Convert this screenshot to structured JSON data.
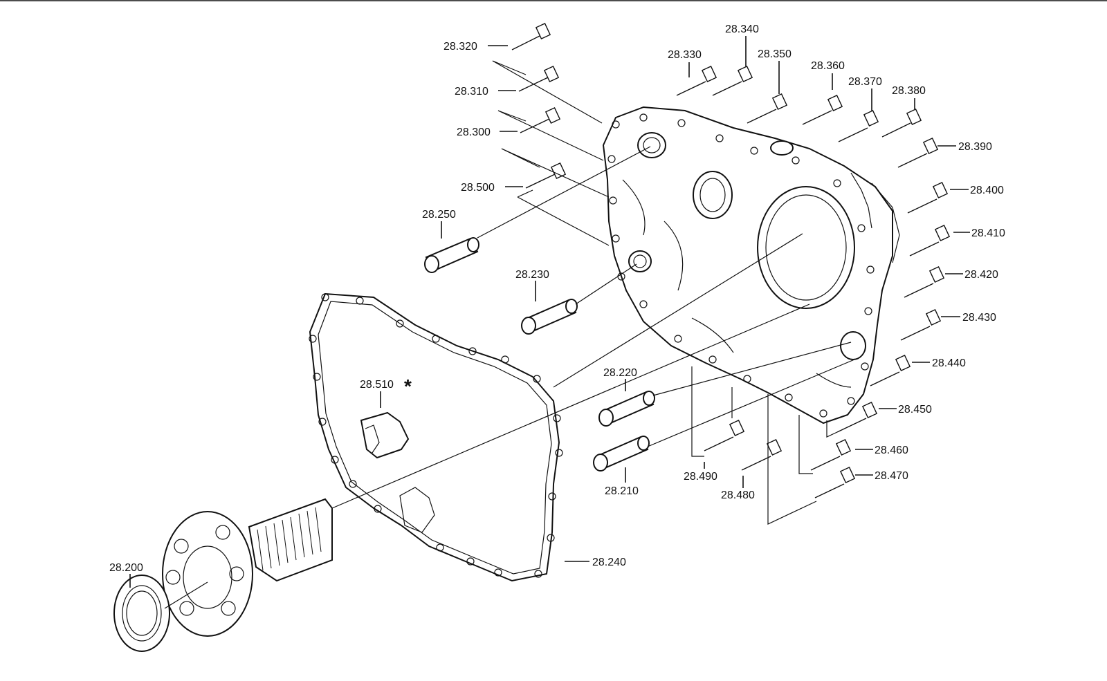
{
  "labels": {
    "p28_200": "28.200",
    "p28_210": "28.210",
    "p28_220": "28.220",
    "p28_230": "28.230",
    "p28_240": "28.240",
    "p28_250": "28.250",
    "p28_300": "28.300",
    "p28_310": "28.310",
    "p28_320": "28.320",
    "p28_330": "28.330",
    "p28_340": "28.340",
    "p28_350": "28.350",
    "p28_360": "28.360",
    "p28_370": "28.370",
    "p28_380": "28.380",
    "p28_390": "28.390",
    "p28_400": "28.400",
    "p28_410": "28.410",
    "p28_420": "28.420",
    "p28_430": "28.430",
    "p28_440": "28.440",
    "p28_450": "28.450",
    "p28_460": "28.460",
    "p28_470": "28.470",
    "p28_480": "28.480",
    "p28_490": "28.490",
    "p28_500": "28.500",
    "p28_510": "28.510",
    "asterisk": "*"
  }
}
